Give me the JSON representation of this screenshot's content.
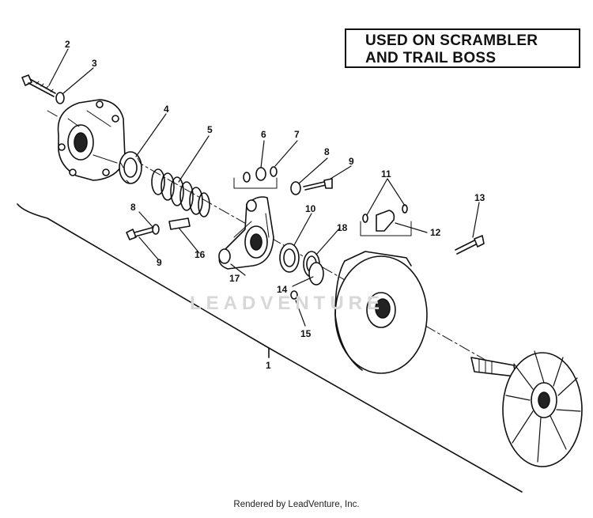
{
  "title": {
    "line1": "USED ON SCRAMBLER",
    "line2": "AND TRAIL BOSS"
  },
  "watermark": "LEADVENTURE",
  "footer": "Rendered by LeadVenture, Inc.",
  "callouts": [
    {
      "id": "c2",
      "label": "2"
    },
    {
      "id": "c3",
      "label": "3"
    },
    {
      "id": "c4",
      "label": "4"
    },
    {
      "id": "c5",
      "label": "5"
    },
    {
      "id": "c6",
      "label": "6"
    },
    {
      "id": "c7",
      "label": "7"
    },
    {
      "id": "c8a",
      "label": "8"
    },
    {
      "id": "c9a",
      "label": "9"
    },
    {
      "id": "c11",
      "label": "11"
    },
    {
      "id": "c13",
      "label": "13"
    },
    {
      "id": "c8b",
      "label": "8"
    },
    {
      "id": "c10",
      "label": "10"
    },
    {
      "id": "c18",
      "label": "18"
    },
    {
      "id": "c12",
      "label": "12"
    },
    {
      "id": "c16",
      "label": "16"
    },
    {
      "id": "c9b",
      "label": "9"
    },
    {
      "id": "c17",
      "label": "17"
    },
    {
      "id": "c14",
      "label": "14"
    },
    {
      "id": "c15",
      "label": "15"
    },
    {
      "id": "c1",
      "label": "1"
    }
  ]
}
